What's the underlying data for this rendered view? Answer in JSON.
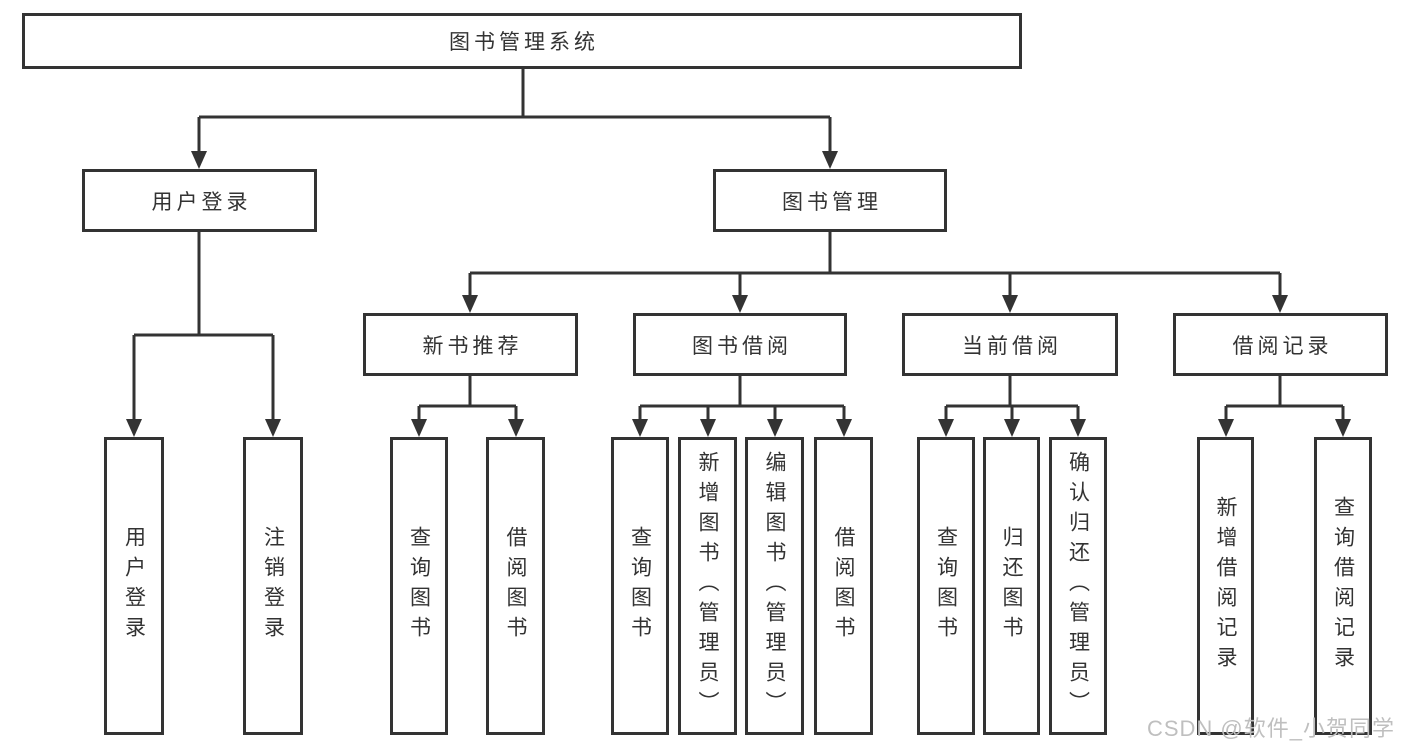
{
  "diagram": {
    "root": {
      "label": "图书管理系统"
    },
    "branches": [
      {
        "label": "用户登录",
        "children": [
          "用户登录",
          "注销登录"
        ]
      },
      {
        "label": "图书管理",
        "sections": [
          {
            "label": "新书推荐",
            "children": [
              "查询图书",
              "借阅图书"
            ]
          },
          {
            "label": "图书借阅",
            "children": [
              "查询图书",
              "新增图书（管理员）",
              "编辑图书（管理员）",
              "借阅图书"
            ]
          },
          {
            "label": "当前借阅",
            "children": [
              "查询图书",
              "归还图书",
              "确认归还（管理员）"
            ]
          },
          {
            "label": "借阅记录",
            "children": [
              "新增借阅记录",
              "查询借阅记录"
            ]
          }
        ]
      }
    ]
  },
  "watermark": {
    "text": "CSDN @软件_小贺同学"
  },
  "colors": {
    "line": "#333333",
    "text": "#333333",
    "background": "#ffffff",
    "watermark": "#bfbfbf"
  }
}
